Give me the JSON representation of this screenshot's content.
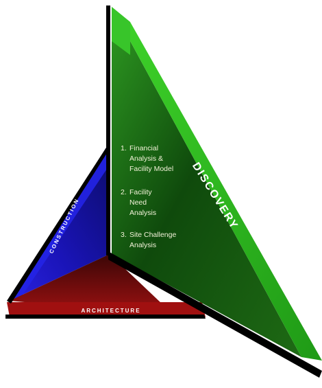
{
  "diagram": {
    "faces": {
      "discovery": {
        "label": "DISCOVERY",
        "color": "#2fbf1f"
      },
      "construction": {
        "label": "CONSTRUCTION",
        "color": "#1f17c4"
      },
      "architecture": {
        "label": "ARCHITECTURE",
        "color": "#9c1010"
      }
    },
    "discovery_list": [
      {
        "number": "1.",
        "lines": [
          "Financial",
          "Analysis &",
          "Facility Model"
        ]
      },
      {
        "number": "2.",
        "lines": [
          "Facility",
          "Need",
          "Analysis"
        ]
      },
      {
        "number": "3.",
        "lines": [
          "Site Challenge",
          "Analysis"
        ]
      }
    ]
  }
}
